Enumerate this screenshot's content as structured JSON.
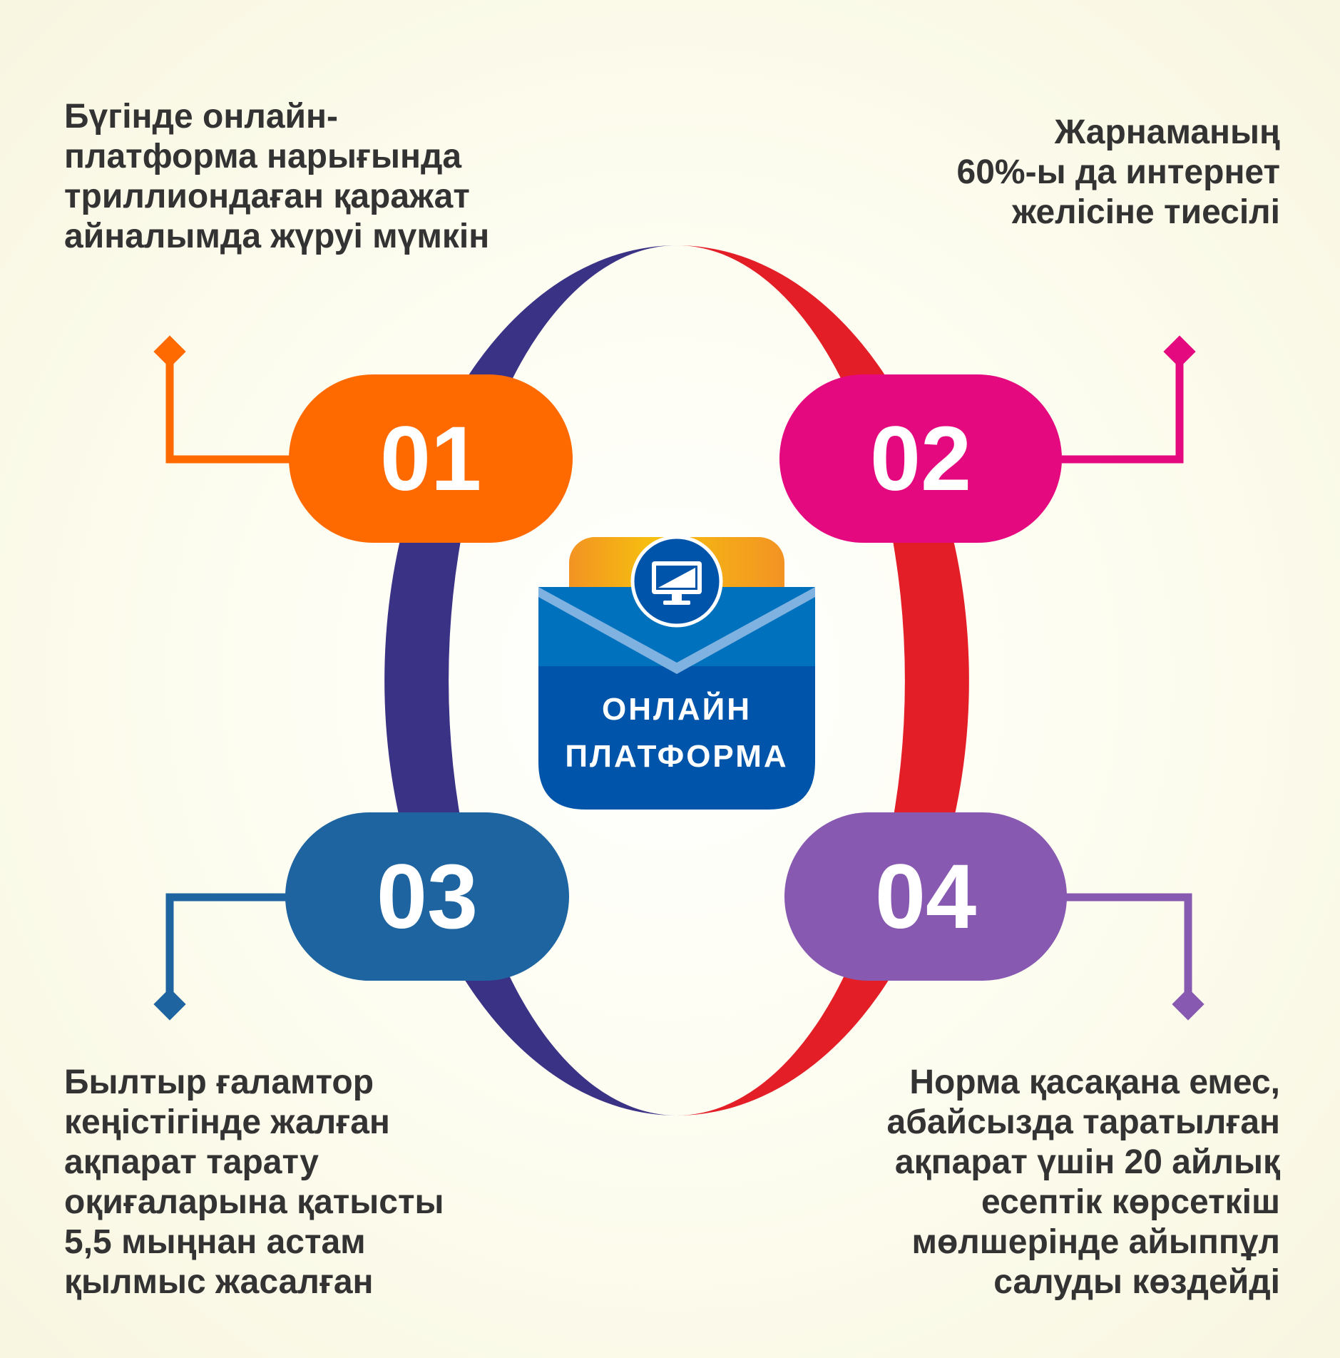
{
  "colors": {
    "step1": "#FF6A00",
    "step2": "#E5097F",
    "step3": "#1E64A0",
    "step4": "#8759B1",
    "ring_left": "#3A3285",
    "ring_right": "#E31E27",
    "logo_blue": "#0055AA",
    "logo_orange": "#F39323"
  },
  "center_logo": {
    "icon": "monitor-icon",
    "line1": "ОНЛАЙН",
    "line2": "ПЛАТФОРМА"
  },
  "steps": [
    {
      "number": "01",
      "text": "Бүгінде онлайн-\nплатформа нарығында\nтриллиондаған қаражат\nайналымда жүруі мүмкін"
    },
    {
      "number": "02",
      "text": "Жарнаманың\n60%-ы да интернет\nжелісіне тиесілі"
    },
    {
      "number": "03",
      "text": "Былтыр ғаламтор\nкеңістігінде жалған\nақпарат тарату\nоқиғаларына қатысты\n5,5 мыңнан астам\nқылмыс жасалған"
    },
    {
      "number": "04",
      "text": "Норма қасақана емес,\nабайсызда таратылған\nақпарат үшін 20 айлық\nесептік көрсеткіш\nмөлшерінде айыппұл\nсалуды көздейді"
    }
  ]
}
